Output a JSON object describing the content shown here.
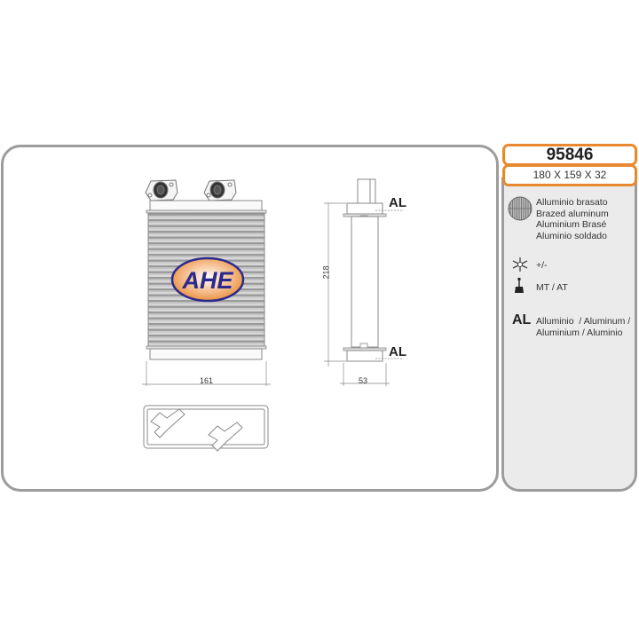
{
  "product": {
    "code": "95846",
    "dimensions": "180 X 159 X 32"
  },
  "drawing": {
    "brand_logo": "AHE",
    "width_label": "161",
    "height_label": "218",
    "depth_label": "53",
    "top_material_label": "AL",
    "bottom_material_label": "AL"
  },
  "specs": {
    "core_material": {
      "icon": "brazed-core-icon",
      "lines": [
        "Alluminio brasato",
        "Brazed aluminum",
        "Aluminium Brasé",
        "Aluminio soldado"
      ]
    },
    "ac": {
      "icon": "snowflake-icon",
      "label": "+/-"
    },
    "transmission": {
      "icon": "gear-stick-icon",
      "label": "MT / AT"
    },
    "tank_material": {
      "icon_text": "AL",
      "lines": [
        "Alluminio  / Aluminum /",
        "Aluminium / Aluminio"
      ]
    }
  },
  "colors": {
    "accent": "#e8892f",
    "panel_border": "#9c9c9c",
    "side_panel_bg": "#ebebeb",
    "logo_blue": "#2b2a8c",
    "logo_orange": "#f0a055"
  }
}
